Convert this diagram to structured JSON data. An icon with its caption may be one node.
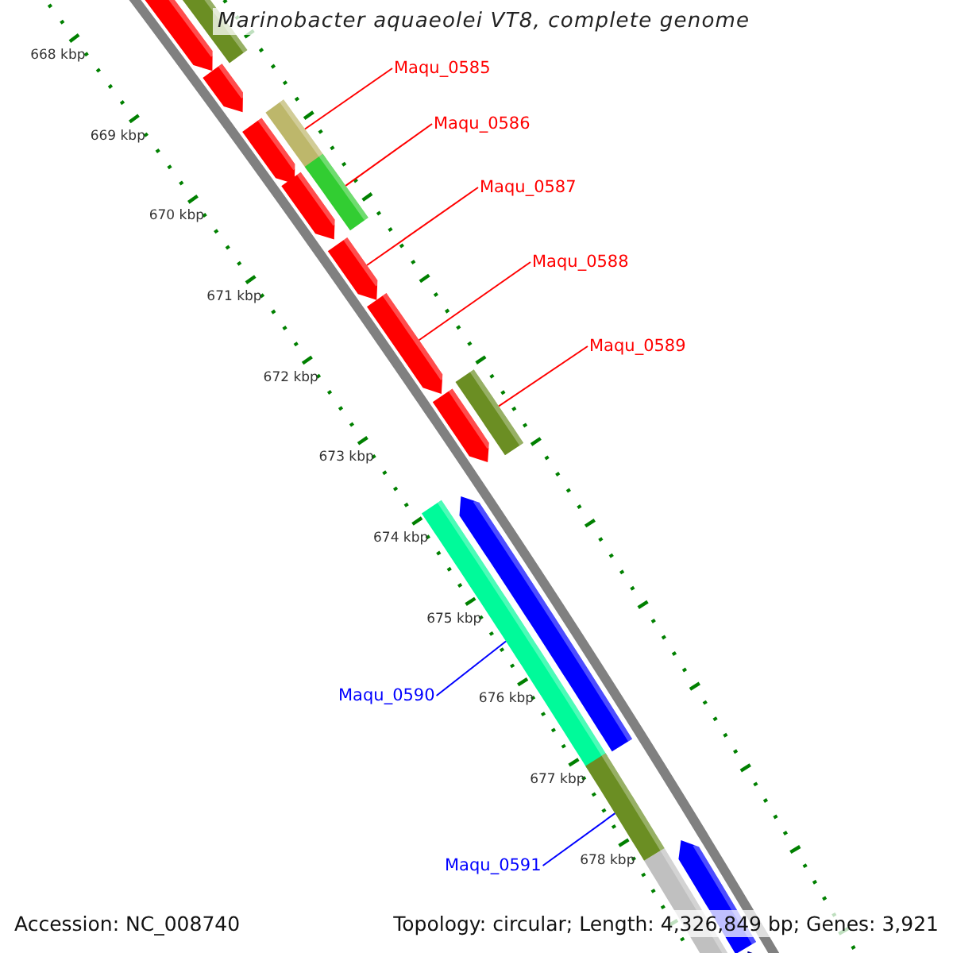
{
  "diagram": {
    "title": "Marinobacter aquaeolei VT8, complete genome",
    "nodes": [
      {
        "text": [
          "Maqu_0585"
        ]
      },
      {
        "text": [
          "Maqu_0586"
        ]
      },
      {
        "text": [
          "Maqu_0587"
        ]
      },
      {
        "text": [
          "Maqu_0588"
        ]
      },
      {
        "text": [
          "Maqu_0589"
        ]
      },
      {
        "text": [
          "Maqu_0590"
        ]
      },
      {
        "text": [
          "Maqu_0591"
        ]
      },
      {
        "text": [],
        "shape": "bar"
      },
      {
        "text": [],
        "shape": "bar"
      },
      {
        "text": [],
        "shape": "bar"
      },
      {
        "text": [],
        "shape": "bar"
      },
      {
        "text": [],
        "shape": "bar"
      },
      {
        "text": [],
        "shape": "bar"
      },
      {
        "text": [],
        "shape": "bar"
      }
    ],
    "edges": [
      {
        "from": 0,
        "to": 7,
        "arrow": "none"
      },
      {
        "from": 1,
        "to": 8,
        "arrow": "none"
      },
      {
        "from": 2,
        "to": 9,
        "arrow": "none"
      },
      {
        "from": 3,
        "to": 10,
        "arrow": "none"
      },
      {
        "from": 4,
        "to": 11,
        "arrow": "none"
      },
      {
        "from": 5,
        "to": 12,
        "arrow": "none",
        "color": "#0000ff"
      },
      {
        "from": 6,
        "to": 13,
        "arrow": "none",
        "color": "#0000ff"
      }
    ],
    "labels": [
      "668 kbp",
      "669 kbp",
      "670 kbp",
      "671 kbp",
      "672 kbp",
      "673 kbp",
      "674 kbp",
      "675 kbp",
      "676 kbp",
      "677 kbp",
      "678 kbp",
      "Accession: NC_008740",
      "Topology: circular; Length: 4,326,849 bp; Genes: 3,921"
    ]
  }
}
